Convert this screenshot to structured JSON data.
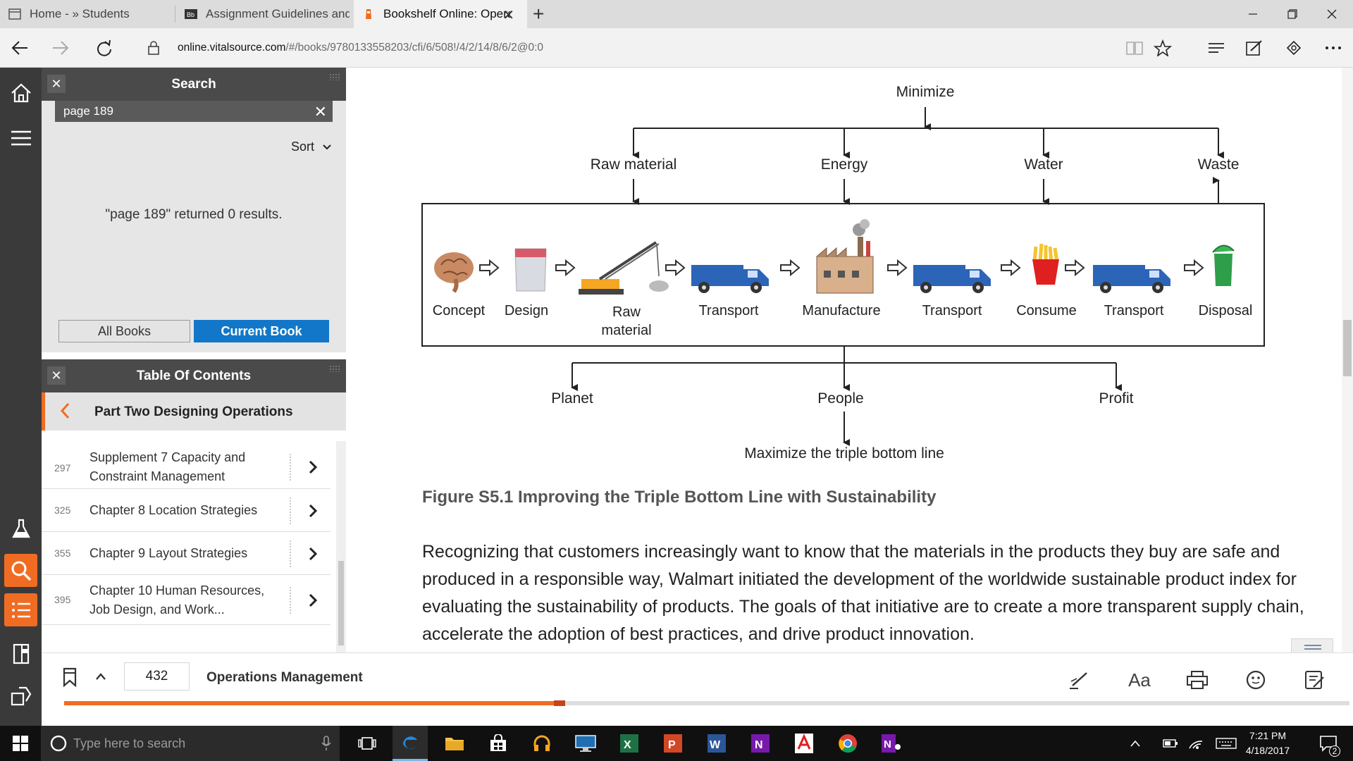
{
  "browser": {
    "tabs": [
      {
        "title": "Home - » Students"
      },
      {
        "title": "Assignment Guidelines and"
      },
      {
        "title": "Bookshelf Online: Opera"
      }
    ],
    "url_domain": "online.vitalsource.com",
    "url_path": "/#/books/9780133558203/cfi/6/508!/4/2/14/8/6/2@0:0"
  },
  "search_panel": {
    "title": "Search",
    "query": "page 189",
    "sort_label": "Sort",
    "result_text": "\"page 189\" returned 0 results.",
    "scope_all": "All Books",
    "scope_current": "Current Book"
  },
  "toc_panel": {
    "title": "Table Of Contents",
    "part_label": "Part Two Designing Operations",
    "items": [
      {
        "page": "297",
        "title_line1": "Supplement 7 Capacity and",
        "title_line2": "Constraint Management"
      },
      {
        "page": "325",
        "title_line1": "Chapter 8 Location Strategies",
        "title_line2": ""
      },
      {
        "page": "355",
        "title_line1": "Chapter 9 Layout Strategies",
        "title_line2": ""
      },
      {
        "page": "395",
        "title_line1": "Chapter 10 Human Resources,",
        "title_line2": "Job Design, and Work..."
      }
    ]
  },
  "bottom_bar": {
    "page_number": "432",
    "book_title": "Operations Management",
    "reading_progress": 0.39,
    "text_size_label": "Aa"
  },
  "figure": {
    "top_label": "Minimize",
    "inputs": [
      "Raw material",
      "Energy",
      "Water",
      "Waste"
    ],
    "steps": [
      "Concept",
      "Design",
      "Raw material",
      "Transport",
      "Manufacture",
      "Transport",
      "Consume",
      "Transport",
      "Disposal"
    ],
    "outputs": [
      "Planet",
      "People",
      "Profit"
    ],
    "bottom_label": "Maximize the triple bottom line",
    "caption": "Figure S5.1 Improving the Triple Bottom Line with Sustainability"
  },
  "body_text": "Recognizing that customers increasingly want to know that the materials in the products they buy are safe and produced in a responsible way, Walmart initiated the development of the worldwide sustainable product index for evaluating the sustainability of products. The goals of that initiative are to create a more transparent supply chain, accelerate the adoption of best practices, and drive product innovation.",
  "taskbar": {
    "search_placeholder": "Type here to search",
    "time": "7:21 PM",
    "date": "4/18/2017",
    "notification_count": "2"
  }
}
